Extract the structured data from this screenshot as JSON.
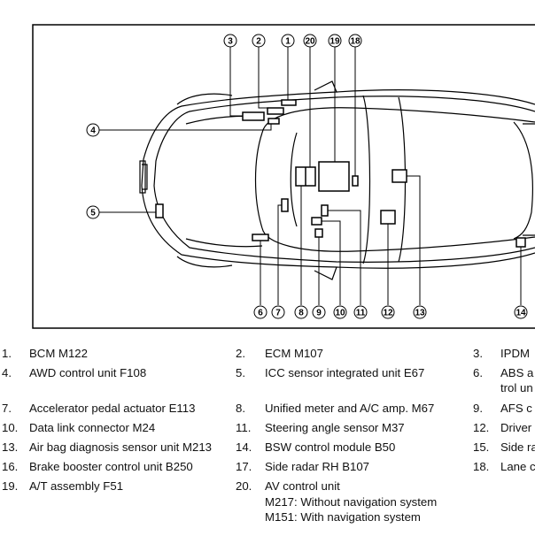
{
  "callouts": [
    "1",
    "2",
    "3",
    "4",
    "5",
    "6",
    "7",
    "8",
    "9",
    "10",
    "11",
    "12",
    "13",
    "14",
    "18",
    "19",
    "20"
  ],
  "legend": [
    {
      "n": "1.",
      "t": "BCM M122"
    },
    {
      "n": "2.",
      "t": "ECM M107"
    },
    {
      "n": "3.",
      "t": "IPDM"
    },
    {
      "n": "4.",
      "t": "AWD control unit F108"
    },
    {
      "n": "5.",
      "t": "ICC sensor integrated unit E67"
    },
    {
      "n": "6.",
      "t": "ABS a"
    },
    {
      "n": "",
      "t": "trol un"
    },
    {
      "n": "7.",
      "t": "Accelerator pedal actuator E113"
    },
    {
      "n": "8.",
      "t": "Unified meter and A/C amp. M67"
    },
    {
      "n": "9.",
      "t": "AFS c"
    },
    {
      "n": "10.",
      "t": "Data link connector M24"
    },
    {
      "n": "11.",
      "t": "Steering angle sensor M37"
    },
    {
      "n": "12.",
      "t": "Driver"
    },
    {
      "n": "13.",
      "t": "Air bag diagnosis sensor unit M213"
    },
    {
      "n": "14.",
      "t": "BSW control module B50"
    },
    {
      "n": "15.",
      "t": "Side ra"
    },
    {
      "n": "16.",
      "t": "Brake booster control unit B250"
    },
    {
      "n": "17.",
      "t": "Side radar RH B107"
    },
    {
      "n": "18.",
      "t": "Lane c"
    },
    {
      "n": "19.",
      "t": "A/T assembly F51"
    },
    {
      "n": "20.",
      "t": "AV control unit"
    },
    {
      "n": "",
      "t": "M217: Without navigation system"
    },
    {
      "n": "",
      "t": "M151: With navigation system"
    }
  ]
}
